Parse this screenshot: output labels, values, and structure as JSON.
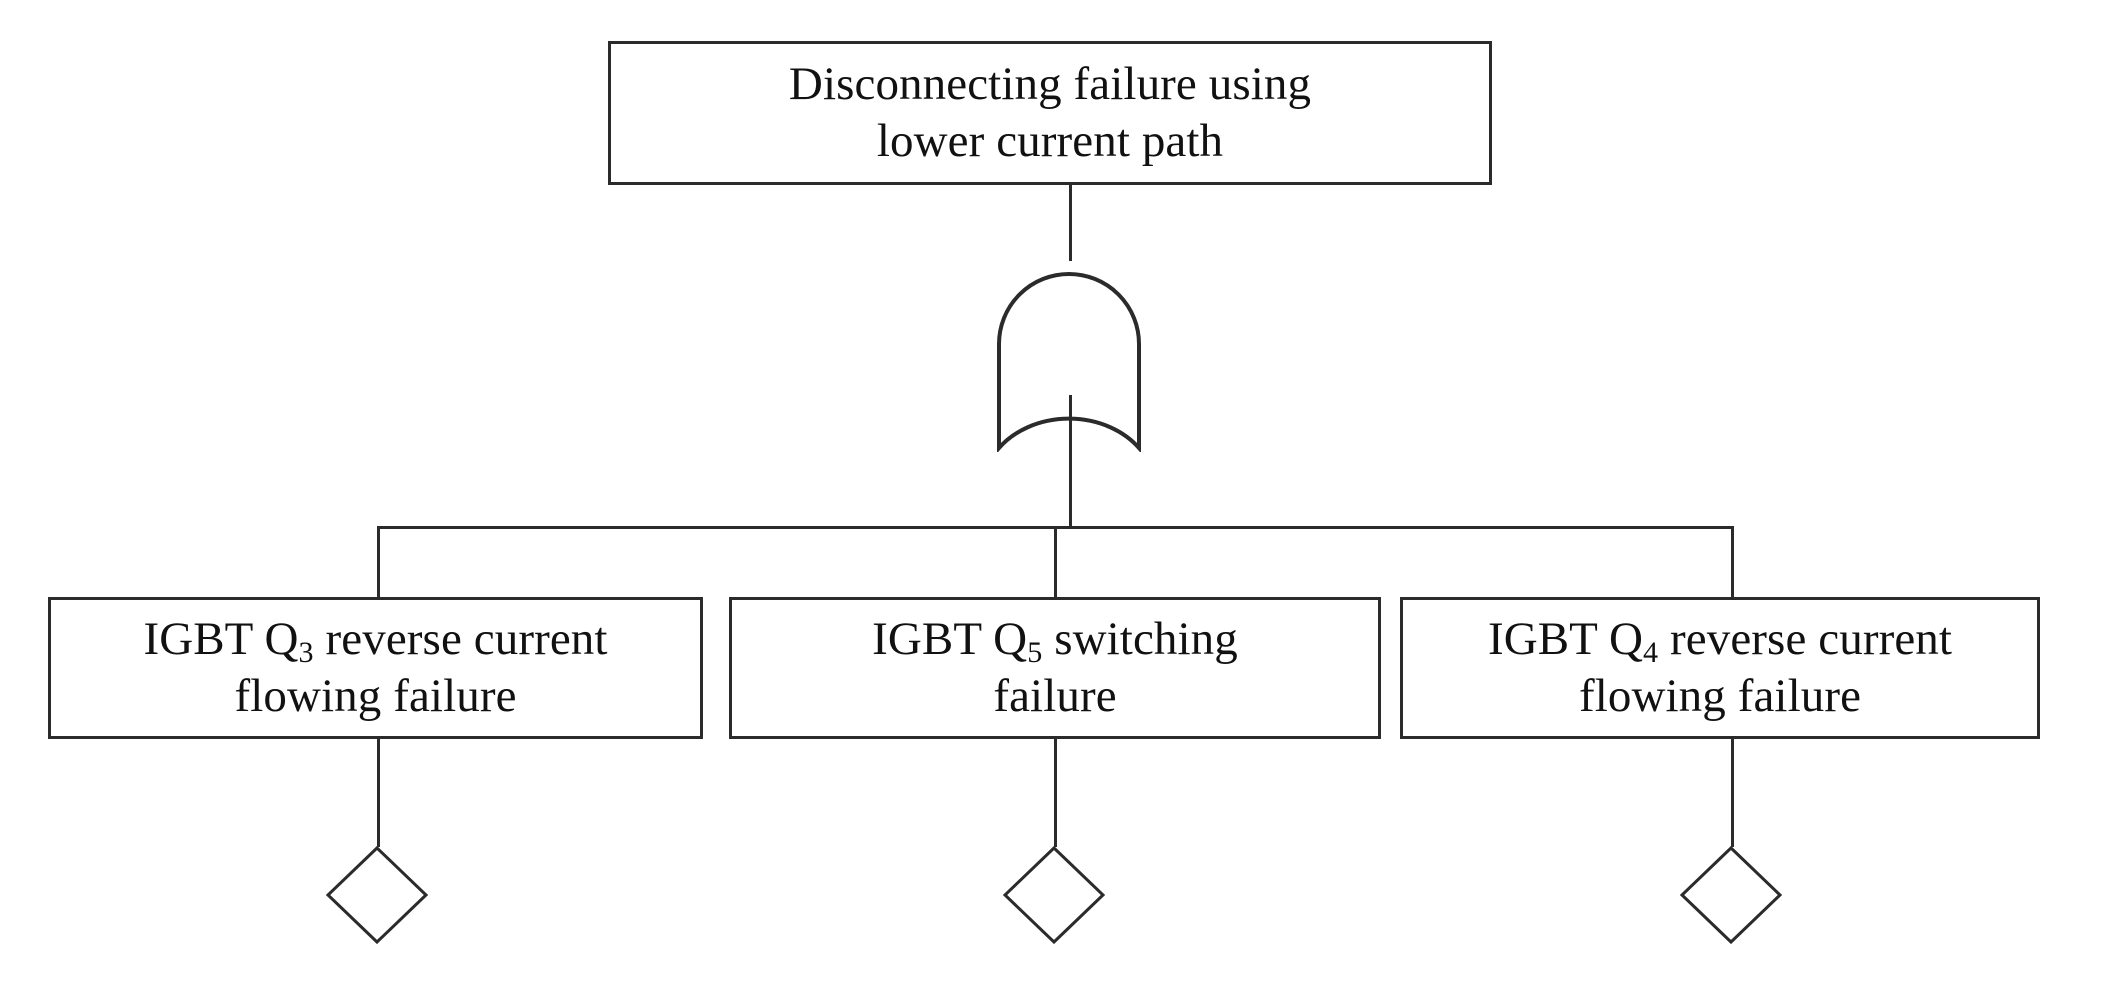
{
  "diagram": {
    "type": "fault-tree",
    "title": "Disconnecting failure using lower current path fault tree",
    "line_color": "#2b2b2b",
    "background_color": "#ffffff",
    "top_event": {
      "id": "top-event",
      "label": "Disconnecting failure using\nlower current path"
    },
    "gate": {
      "id": "or-gate-1",
      "type": "OR",
      "symbol_name": "or-gate-symbol"
    },
    "basic_events": [
      {
        "id": "leaf-1",
        "label_prefix": "IGBT Q",
        "label_sub": "3",
        "label_suffix": " reverse current\nflowing failure",
        "full_label": "IGBT Q3 reverse current flowing failure",
        "undeveloped_symbol": "diamond"
      },
      {
        "id": "leaf-2",
        "label_prefix": "IGBT Q",
        "label_sub": "5",
        "label_suffix": " switching\nfailure",
        "full_label": "IGBT Q5 switching failure",
        "undeveloped_symbol": "diamond"
      },
      {
        "id": "leaf-3",
        "label_prefix": "IGBT Q",
        "label_sub": "4",
        "label_suffix": " reverse current\nflowing failure",
        "full_label": "IGBT Q4 reverse current flowing failure",
        "undeveloped_symbol": "diamond"
      }
    ]
  }
}
